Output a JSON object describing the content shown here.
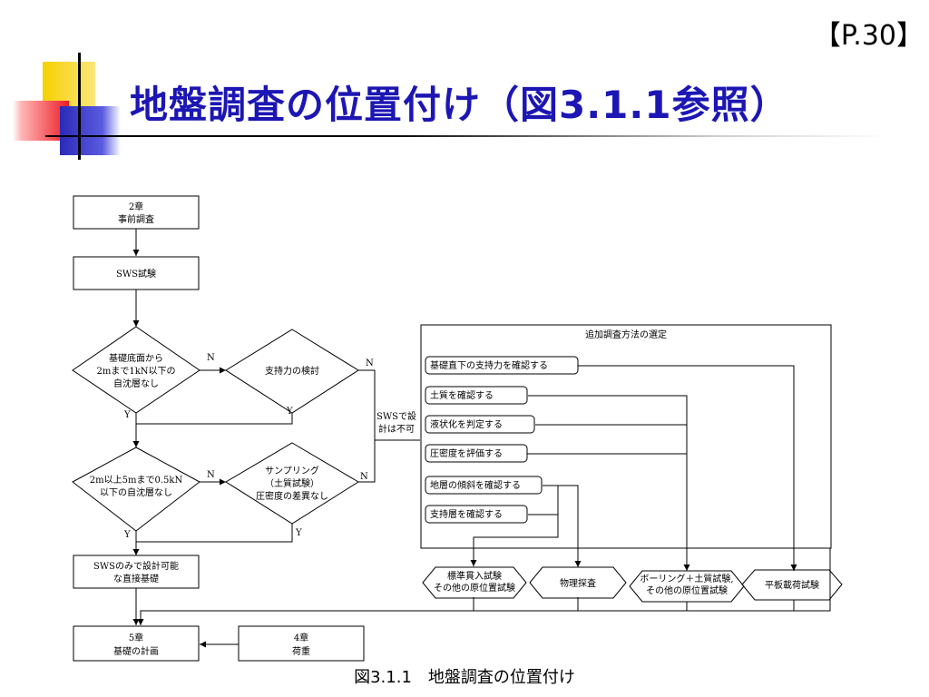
{
  "page_ref": "【P.30】",
  "title": "地盤調査の位置付け（図3.1.1参照）",
  "caption": "図3.1.1　地盤調査の位置付け",
  "flowchart": {
    "ch2_line1": "2章",
    "ch2_line2": "事前調査",
    "sws_test": "SWS試験",
    "d1_line1": "基礎底面から",
    "d1_line2": "2mまで1kN以下の",
    "d1_line3": "自沈層なし",
    "d2": "支持力の検討",
    "d3_line1": "2m以上5mまで0.5kN",
    "d3_line2": "以下の自沈層なし",
    "d4_line1": "サンプリング",
    "d4_line2": "（土質試験）",
    "d4_line3": "圧密度の差異なし",
    "label_n": "N",
    "label_y": "Y",
    "sws_not_line1": "SWSで設",
    "sws_not_line2": "計は不可",
    "sws_ok_line1": "SWSのみで設計可能",
    "sws_ok_line2": "な直接基礎",
    "ch5_line1": "5章",
    "ch5_line2": "基礎の計画",
    "ch4_line1": "4章",
    "ch4_line2": "荷重",
    "panel_title": "追加調査方法の選定",
    "options": [
      "基礎直下の支持力を確認する",
      "土質を確認する",
      "液状化を判定する",
      "圧密度を評価する",
      "地層の傾斜を確認する",
      "支持層を確認する"
    ],
    "m1_line1": "標準貫入試験",
    "m1_line2": "その他の原位置試験",
    "m2": "物理探査",
    "m3_line1": "ボーリング＋土質試験,",
    "m3_line2": "その他の原位置試験",
    "m4": "平板載荷試験"
  }
}
